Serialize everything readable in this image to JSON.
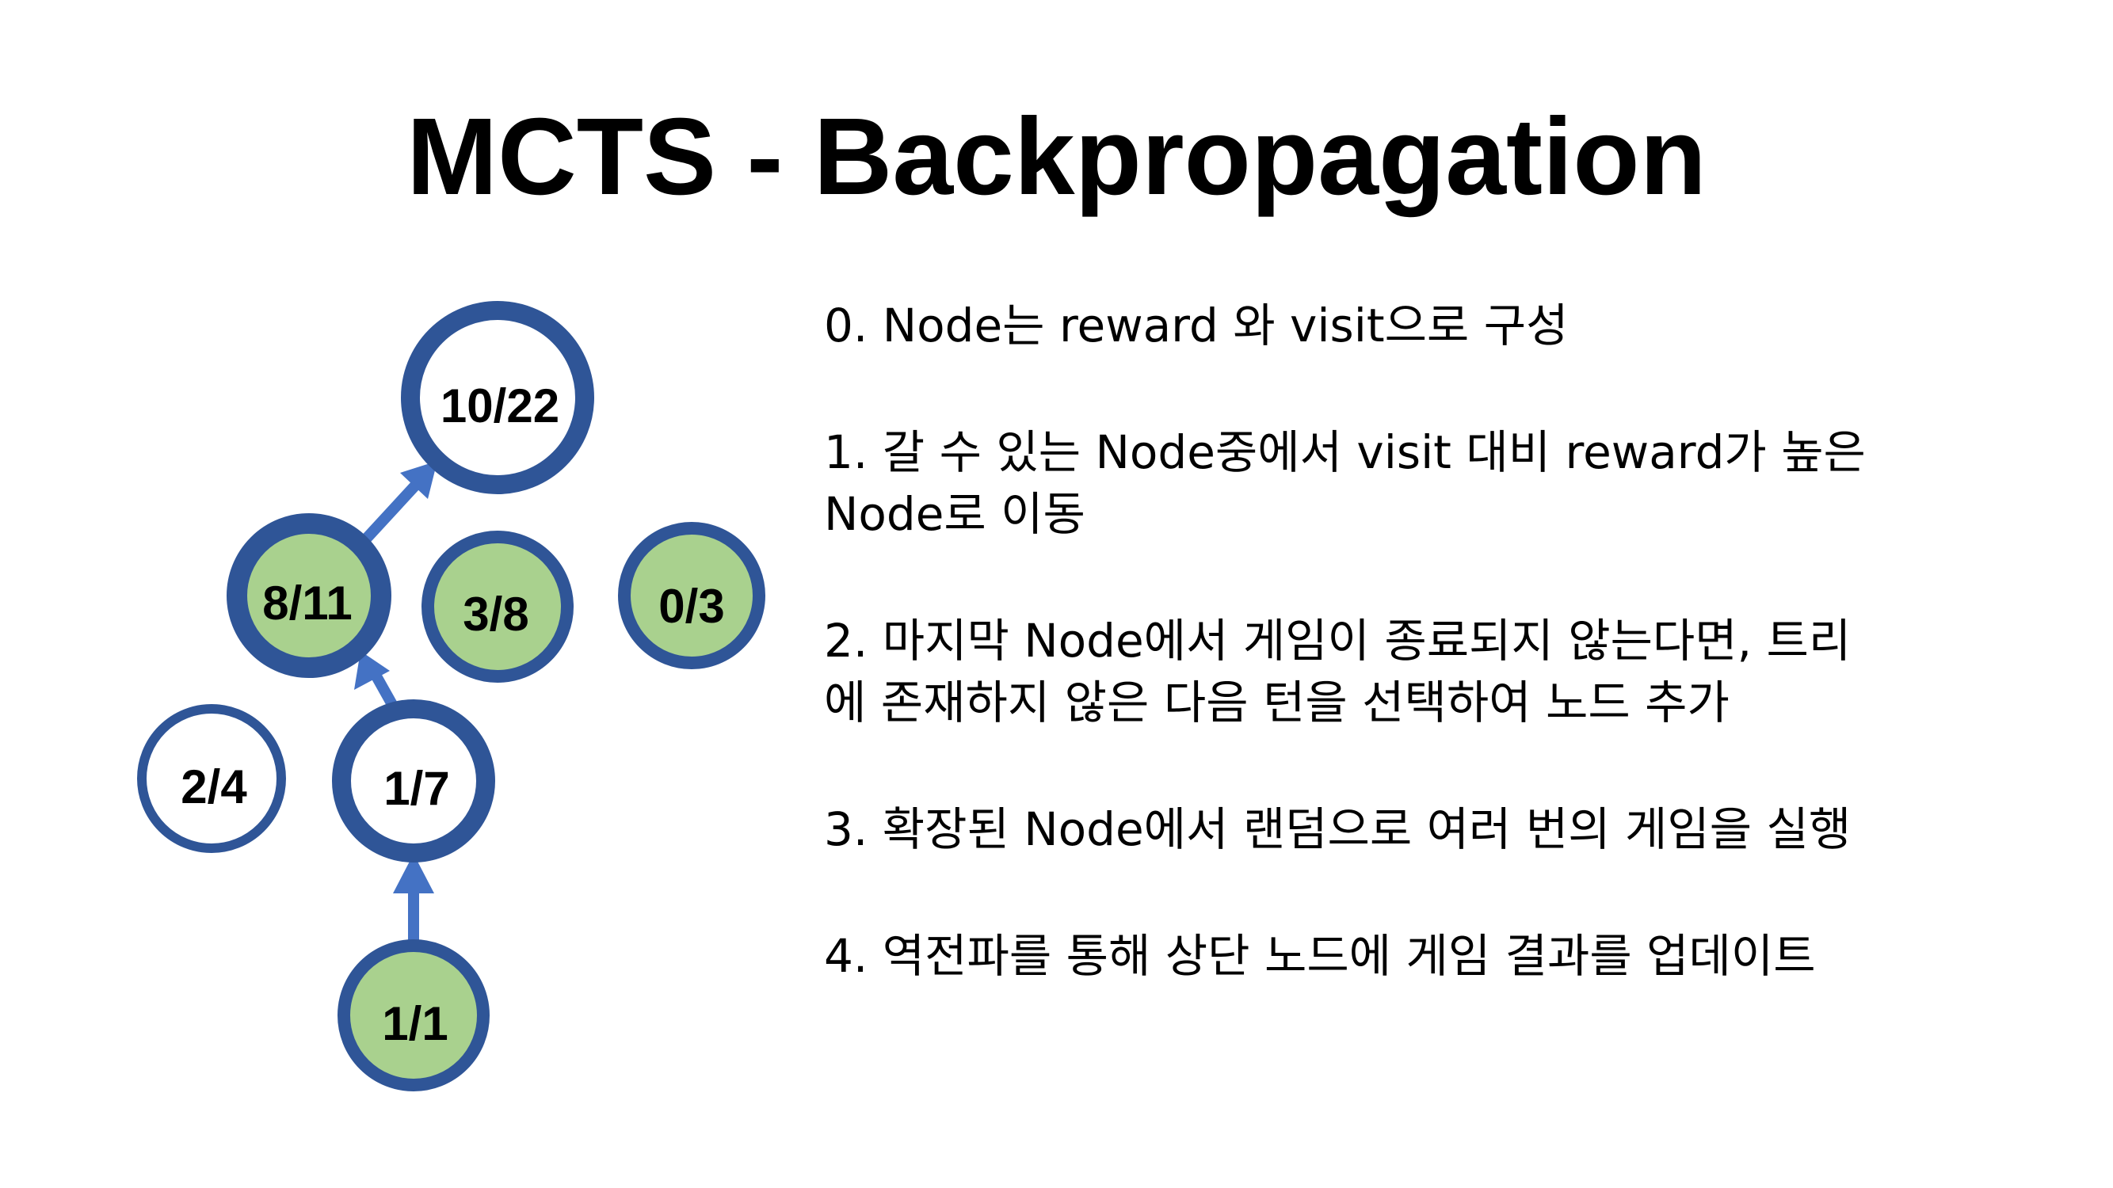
{
  "title": "MCTS - Backpropagation",
  "colors": {
    "node_border": "#2f5597",
    "node_fill_highlight": "#a9d18e",
    "node_fill_plain": "#ffffff",
    "arrow": "#4472c4"
  },
  "nodes": [
    {
      "id": "root",
      "label": "10/22",
      "fill": "plain"
    },
    {
      "id": "mid-left",
      "label": "8/11",
      "fill": "highlight"
    },
    {
      "id": "mid-center",
      "label": "3/8",
      "fill": "highlight"
    },
    {
      "id": "mid-right",
      "label": "0/3",
      "fill": "highlight"
    },
    {
      "id": "low-left",
      "label": "2/4",
      "fill": "plain"
    },
    {
      "id": "low-center",
      "label": "1/7",
      "fill": "plain"
    },
    {
      "id": "leaf",
      "label": "1/1",
      "fill": "highlight"
    }
  ],
  "steps": [
    {
      "lines": [
        "0. Node는  reward 와 visit으로 구성"
      ]
    },
    {
      "lines": [
        "1. 갈 수 있는 Node중에서 visit 대비 reward가 높은",
        "Node로 이동"
      ]
    },
    {
      "lines": [
        "2. 마지막 Node에서 게임이 종료되지 않는다면, 트리",
        "에 존재하지 않은 다음 턴을 선택하여 노드 추가"
      ]
    },
    {
      "lines": [
        "3. 확장된 Node에서 랜덤으로 여러 번의 게임을 실행"
      ]
    },
    {
      "lines": [
        "4. 역전파를 통해 상단 노드에 게임 결과를 업데이트"
      ]
    }
  ]
}
